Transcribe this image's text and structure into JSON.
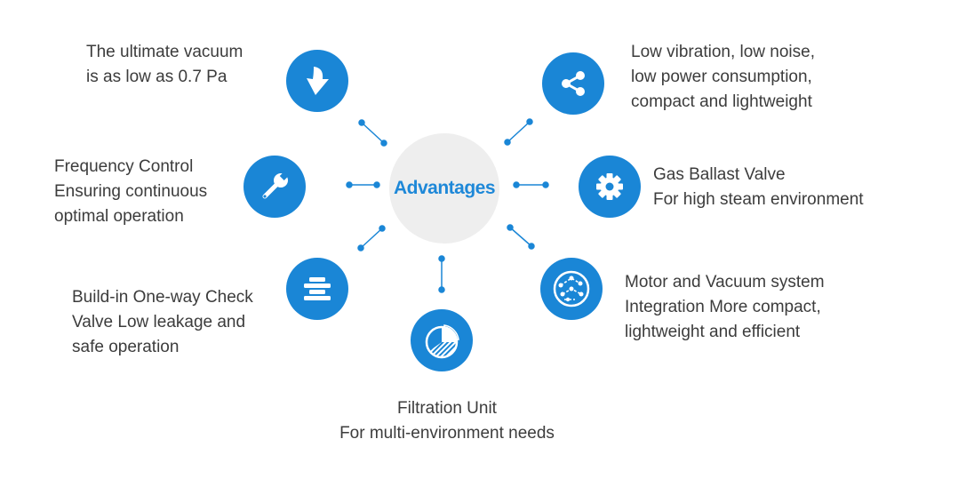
{
  "hub": {
    "label": "Advantages"
  },
  "colors": {
    "accent": "#1a86d6",
    "hub_bg": "#eeeeee",
    "text": "#3c3c3c"
  },
  "items": [
    {
      "icon": "arrow-down-icon",
      "lines": [
        "The ultimate vacuum",
        "is as low as 0.7 Pa"
      ]
    },
    {
      "icon": "share-icon",
      "lines": [
        "Low vibration, low noise,",
        "low power consumption,",
        "compact and lightweight"
      ]
    },
    {
      "icon": "wrench-icon",
      "lines": [
        "Frequency Control",
        "Ensuring continuous",
        "optimal operation"
      ]
    },
    {
      "icon": "gear-icon",
      "lines": [
        "Gas Ballast Valve",
        "For high steam environment"
      ]
    },
    {
      "icon": "valve-stack-icon",
      "lines": [
        "Build-in One-way Check",
        "Valve Low leakage and",
        "safe operation"
      ]
    },
    {
      "icon": "network-system-icon",
      "lines": [
        "Motor and Vacuum system",
        "Integration More compact,",
        "lightweight and efficient"
      ]
    },
    {
      "icon": "pie-filter-icon",
      "lines": [
        "Filtration Unit",
        "For multi-environment needs"
      ]
    }
  ]
}
